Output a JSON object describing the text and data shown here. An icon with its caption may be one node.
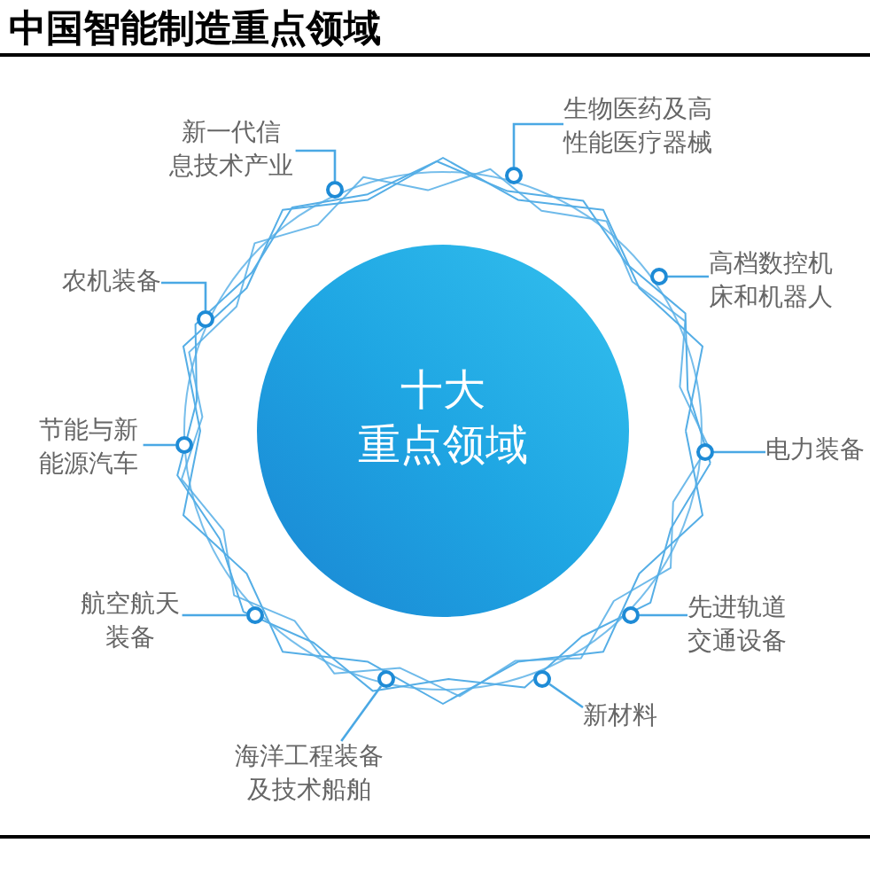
{
  "diagram": {
    "title": "中国智能制造重点领域",
    "nodes": [
      {
        "text": [
          "十大重点领域"
        ]
      },
      {
        "text": [
          "新一代信息技术产业"
        ]
      },
      {
        "text": [
          "生物医药及高性能医疗器械"
        ]
      },
      {
        "text": [
          "高档数控机床和机器人"
        ]
      },
      {
        "text": [
          "电力装备"
        ]
      },
      {
        "text": [
          "先进轨道交通设备"
        ]
      },
      {
        "text": [
          "新材料"
        ]
      },
      {
        "text": [
          "海洋工程装备及技术船舶"
        ]
      },
      {
        "text": [
          "航空航天装备"
        ]
      },
      {
        "text": [
          "节能与新能源汽车"
        ]
      },
      {
        "text": [
          "农机装备"
        ]
      },
      {
        "text": [],
        "shape": "circle"
      },
      {
        "text": [],
        "shape": "circle"
      },
      {
        "text": [],
        "shape": "circle"
      },
      {
        "text": [],
        "shape": "circle"
      },
      {
        "text": [],
        "shape": "circle"
      },
      {
        "text": [],
        "shape": "circle"
      },
      {
        "text": [],
        "shape": "circle"
      },
      {
        "text": [],
        "shape": "circle"
      },
      {
        "text": [],
        "shape": "circle"
      },
      {
        "text": [],
        "shape": "circle"
      }
    ],
    "edges": [
      {
        "from": 1,
        "to": 11,
        "arrow": "none"
      },
      {
        "from": 2,
        "to": 12,
        "arrow": "none"
      },
      {
        "from": 3,
        "to": 13,
        "arrow": "none"
      },
      {
        "from": 4,
        "to": 14,
        "arrow": "none"
      },
      {
        "from": 5,
        "to": 15,
        "arrow": "none"
      },
      {
        "from": 6,
        "to": 16,
        "arrow": "none"
      },
      {
        "from": 7,
        "to": 17,
        "arrow": "none"
      },
      {
        "from": 8,
        "to": 18,
        "arrow": "none"
      },
      {
        "from": 9,
        "to": 19,
        "arrow": "none"
      },
      {
        "from": 10,
        "to": 20,
        "arrow": "none"
      }
    ]
  }
}
